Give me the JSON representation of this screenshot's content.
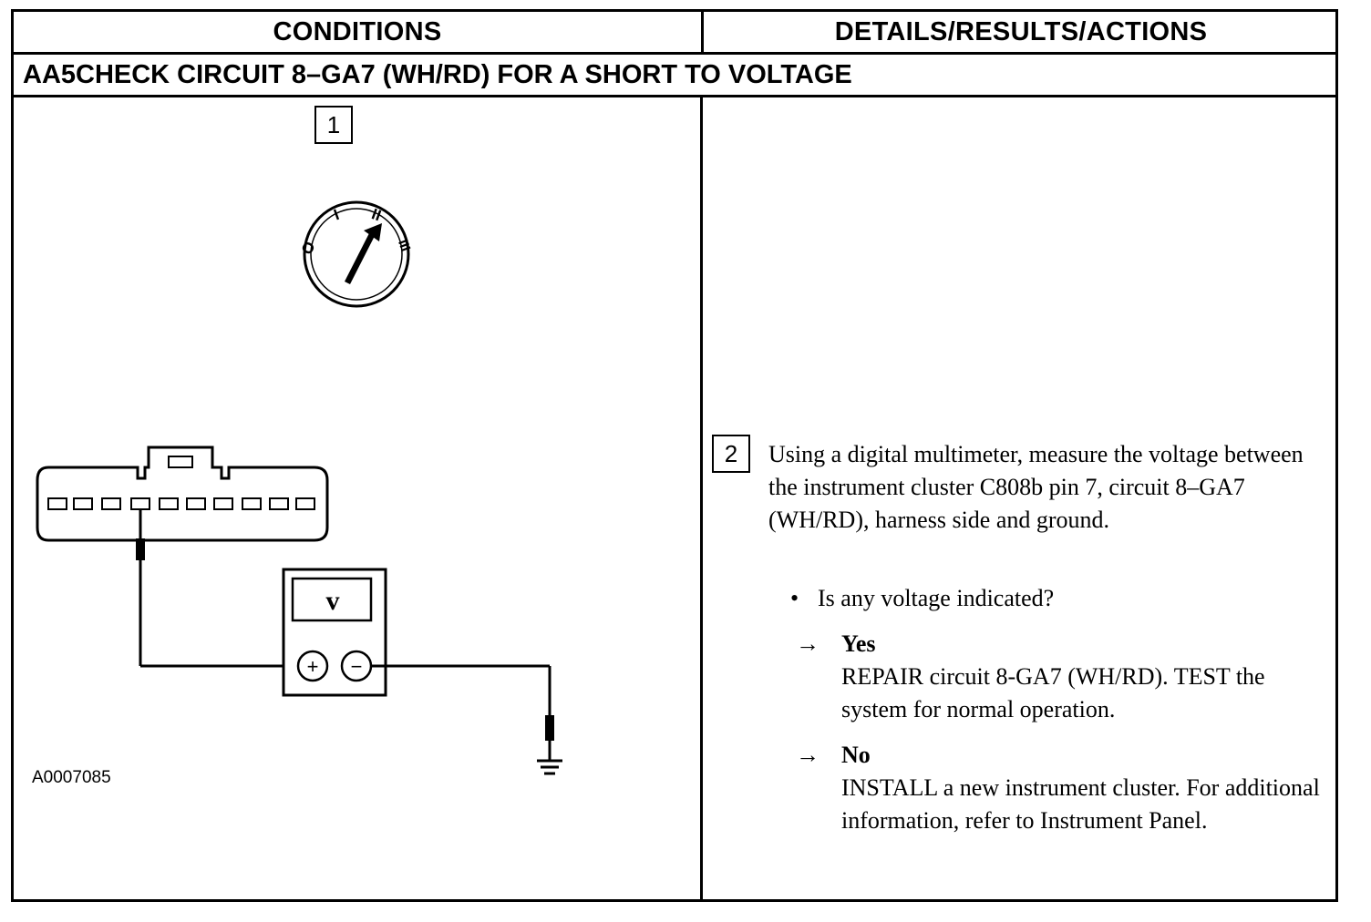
{
  "header": {
    "conditions": "CONDITIONS",
    "details": "DETAILS/RESULTS/ACTIONS"
  },
  "test_step_title": "AA5CHECK CIRCUIT 8–GA7 (WH/RD) FOR A SHORT TO VOLTAGE",
  "figure": {
    "step_1_number": "1",
    "ignition_positions": [
      "O",
      "I",
      "II",
      "III"
    ],
    "meter_symbol": "v",
    "meter_plus": "+",
    "meter_minus": "−",
    "figure_id": "A0007085"
  },
  "step_2": {
    "number": "2",
    "instruction": "Using a digital multimeter, measure the voltage between the instrument cluster C808b pin 7, circuit 8–GA7 (WH/RD), harness side and ground.",
    "bullet": "•",
    "question": "Is any voltage indicated?",
    "yes": {
      "arrow": "→",
      "label": "Yes",
      "action": "REPAIR circuit 8-GA7 (WH/RD). TEST the system for normal operation."
    },
    "no": {
      "arrow": "→",
      "label": "No",
      "action": "INSTALL a new instrument cluster. For additional information, refer to Instrument Panel."
    }
  }
}
